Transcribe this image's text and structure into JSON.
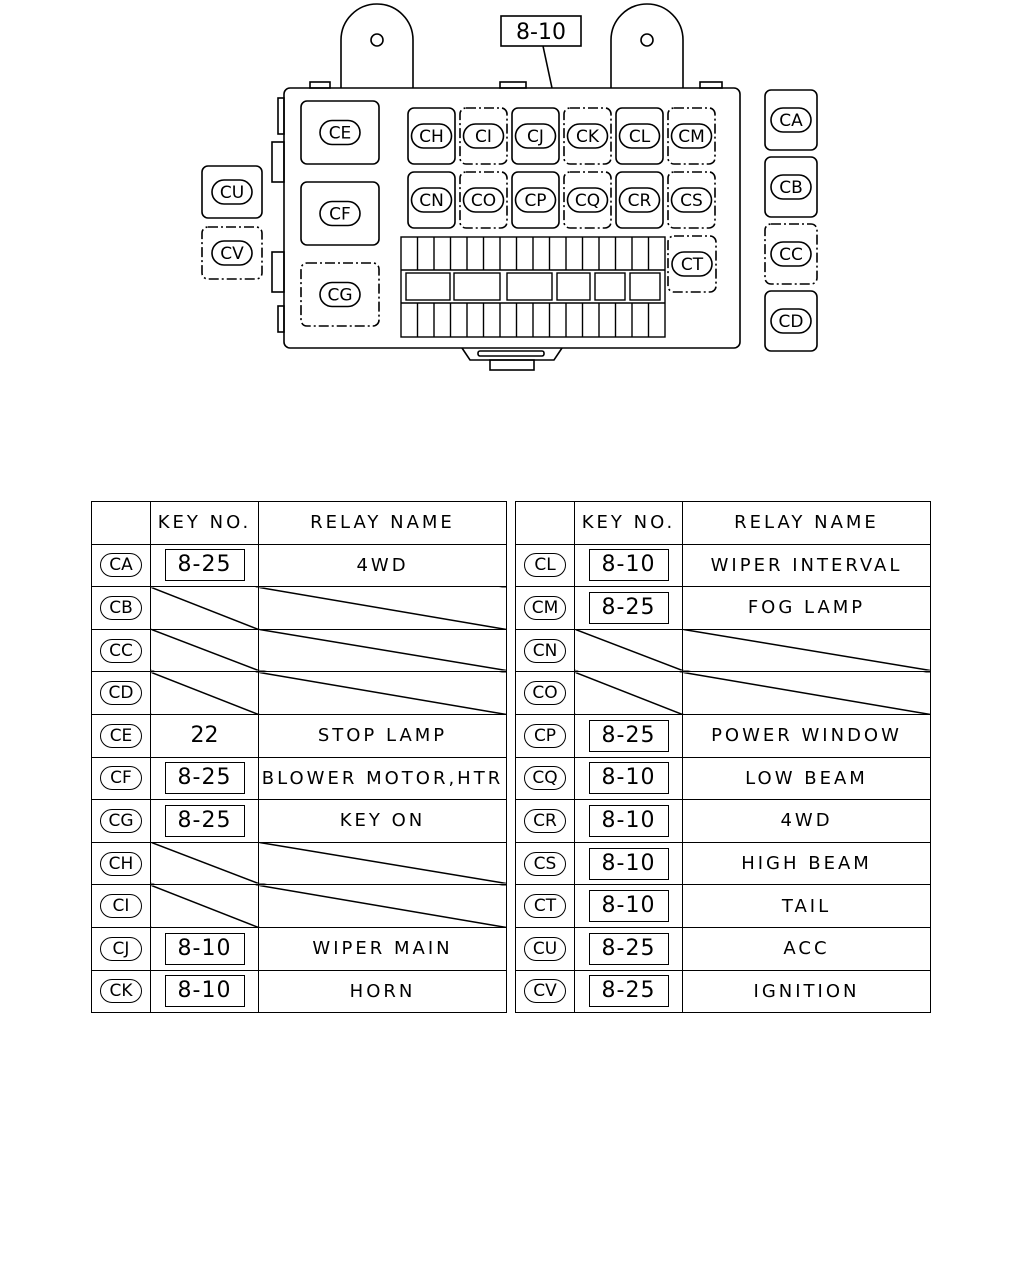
{
  "diagram": {
    "callout_key": "8-10",
    "block_relays": [
      [
        "CH",
        "CI",
        "CJ",
        "CK",
        "CL",
        "CM"
      ],
      [
        "CN",
        "CO",
        "CP",
        "CQ",
        "CR",
        "CS"
      ]
    ],
    "large_relays": [
      "CE",
      "CF",
      "CG"
    ],
    "lower_right_relay": "CT",
    "left_relays": [
      "CU",
      "CV"
    ],
    "right_relays": [
      "CA",
      "CB",
      "CC",
      "CD"
    ]
  },
  "tables": [
    {
      "headers": {
        "code": "",
        "key": "KEY NO.",
        "name": "RELAY NAME"
      },
      "rows": [
        {
          "code": "CA",
          "key": "8-25",
          "key_boxed": true,
          "name": "4WD"
        },
        {
          "code": "CB",
          "key": "",
          "name": "",
          "empty": true
        },
        {
          "code": "CC",
          "key": "",
          "name": "",
          "empty": true
        },
        {
          "code": "CD",
          "key": "",
          "name": "",
          "empty": true
        },
        {
          "code": "CE",
          "key": "22",
          "key_boxed": false,
          "name": "STOP LAMP"
        },
        {
          "code": "CF",
          "key": "8-25",
          "key_boxed": true,
          "name": "BLOWER MOTOR,HTR"
        },
        {
          "code": "CG",
          "key": "8-25",
          "key_boxed": true,
          "name": "KEY ON"
        },
        {
          "code": "CH",
          "key": "",
          "name": "",
          "empty": true
        },
        {
          "code": "CI",
          "key": "",
          "name": "",
          "empty": true
        },
        {
          "code": "CJ",
          "key": "8-10",
          "key_boxed": true,
          "name": "WIPER MAIN"
        },
        {
          "code": "CK",
          "key": "8-10",
          "key_boxed": true,
          "name": "HORN"
        }
      ]
    },
    {
      "headers": {
        "code": "",
        "key": "KEY NO.",
        "name": "RELAY NAME"
      },
      "rows": [
        {
          "code": "CL",
          "key": "8-10",
          "key_boxed": true,
          "name": "WIPER INTERVAL"
        },
        {
          "code": "CM",
          "key": "8-25",
          "key_boxed": true,
          "name": "FOG LAMP"
        },
        {
          "code": "CN",
          "key": "",
          "name": "",
          "empty": true
        },
        {
          "code": "CO",
          "key": "",
          "name": "",
          "empty": true
        },
        {
          "code": "CP",
          "key": "8-25",
          "key_boxed": true,
          "name": "POWER WINDOW"
        },
        {
          "code": "CQ",
          "key": "8-10",
          "key_boxed": true,
          "name": "LOW BEAM"
        },
        {
          "code": "CR",
          "key": "8-10",
          "key_boxed": true,
          "name": "4WD"
        },
        {
          "code": "CS",
          "key": "8-10",
          "key_boxed": true,
          "name": "HIGH BEAM"
        },
        {
          "code": "CT",
          "key": "8-10",
          "key_boxed": true,
          "name": "TAIL"
        },
        {
          "code": "CU",
          "key": "8-25",
          "key_boxed": true,
          "name": "ACC"
        },
        {
          "code": "CV",
          "key": "8-25",
          "key_boxed": true,
          "name": "IGNITION"
        }
      ]
    }
  ]
}
